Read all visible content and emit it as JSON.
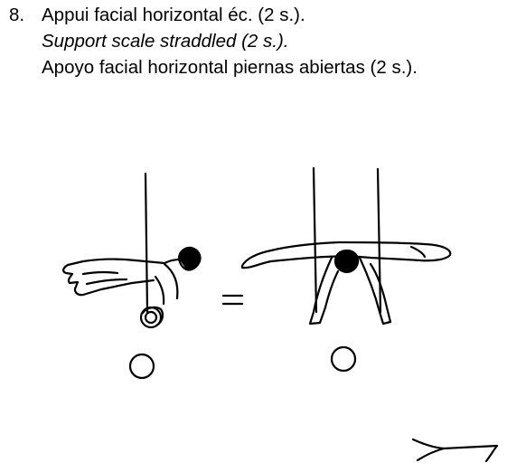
{
  "element": {
    "number": "8.",
    "name_fr": "Appui facial horizontal éc. (2 s.).",
    "name_en": "Support scale straddled (2 s.).",
    "name_es": "Apoyo facial horizontal piernas abiertas (2 s.)."
  },
  "illustration": {
    "views": [
      "side-view",
      "front-view"
    ],
    "equivalence_sign": "=",
    "symbol": "arrow-fork-symbol",
    "color": "#000000"
  }
}
